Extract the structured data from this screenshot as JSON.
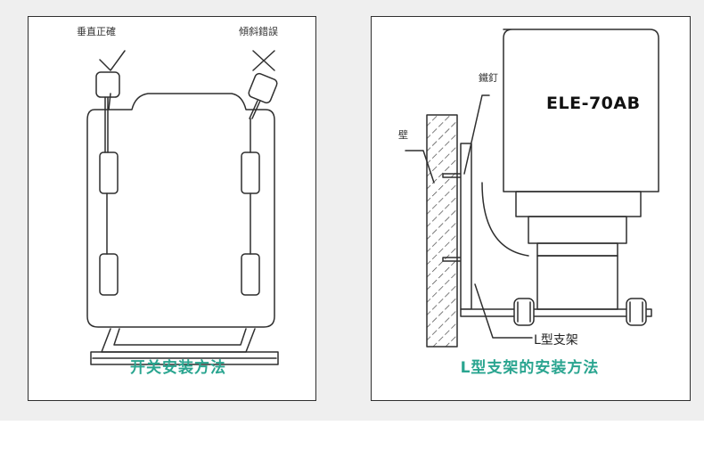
{
  "left_panel": {
    "label_correct": "垂直正確",
    "label_wrong": "傾斜錯誤",
    "caption": "开关安装方法"
  },
  "right_panel": {
    "label_nail": "鐵釘",
    "label_wall": "壁",
    "model": "ELE-70AB",
    "label_bracket": "L型支架",
    "caption": "L型支架的安装方法"
  },
  "colors": {
    "panel_background": "#efefef",
    "caption_color": "#2aa590",
    "line_color": "#2f2f2f"
  }
}
